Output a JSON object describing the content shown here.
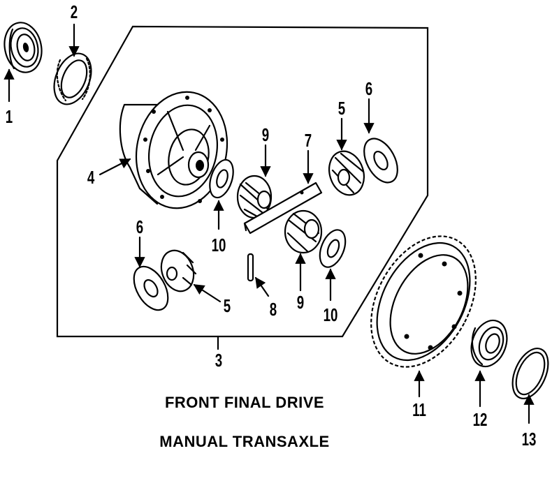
{
  "caption": {
    "line1": "FRONT FINAL DRIVE",
    "line2": "MANUAL TRANSAXLE"
  },
  "callouts": {
    "c1": "1",
    "c2": "2",
    "c3": "3",
    "c4": "4",
    "c5a": "5",
    "c5b": "5",
    "c6a": "6",
    "c6b": "6",
    "c7": "7",
    "c8": "8",
    "c9a": "9",
    "c9b": "9",
    "c10a": "10",
    "c10b": "10",
    "c11": "11",
    "c12": "12",
    "c13": "13"
  },
  "colors": {
    "ink": "#000000",
    "paper": "#ffffff"
  },
  "parts": [
    "bearing-1",
    "bearing-race-2",
    "assembly-outline-3",
    "differential-case-4",
    "side-gear-5",
    "side-gear-5-lower",
    "thrust-washer-6",
    "thrust-washer-6-lower",
    "pinion-shaft-7",
    "roll-pin-8",
    "pinion-gear-9",
    "pinion-gear-9-lower",
    "pinion-washer-10",
    "pinion-washer-10-lower",
    "ring-gear-11",
    "bearing-12",
    "seal-13"
  ]
}
